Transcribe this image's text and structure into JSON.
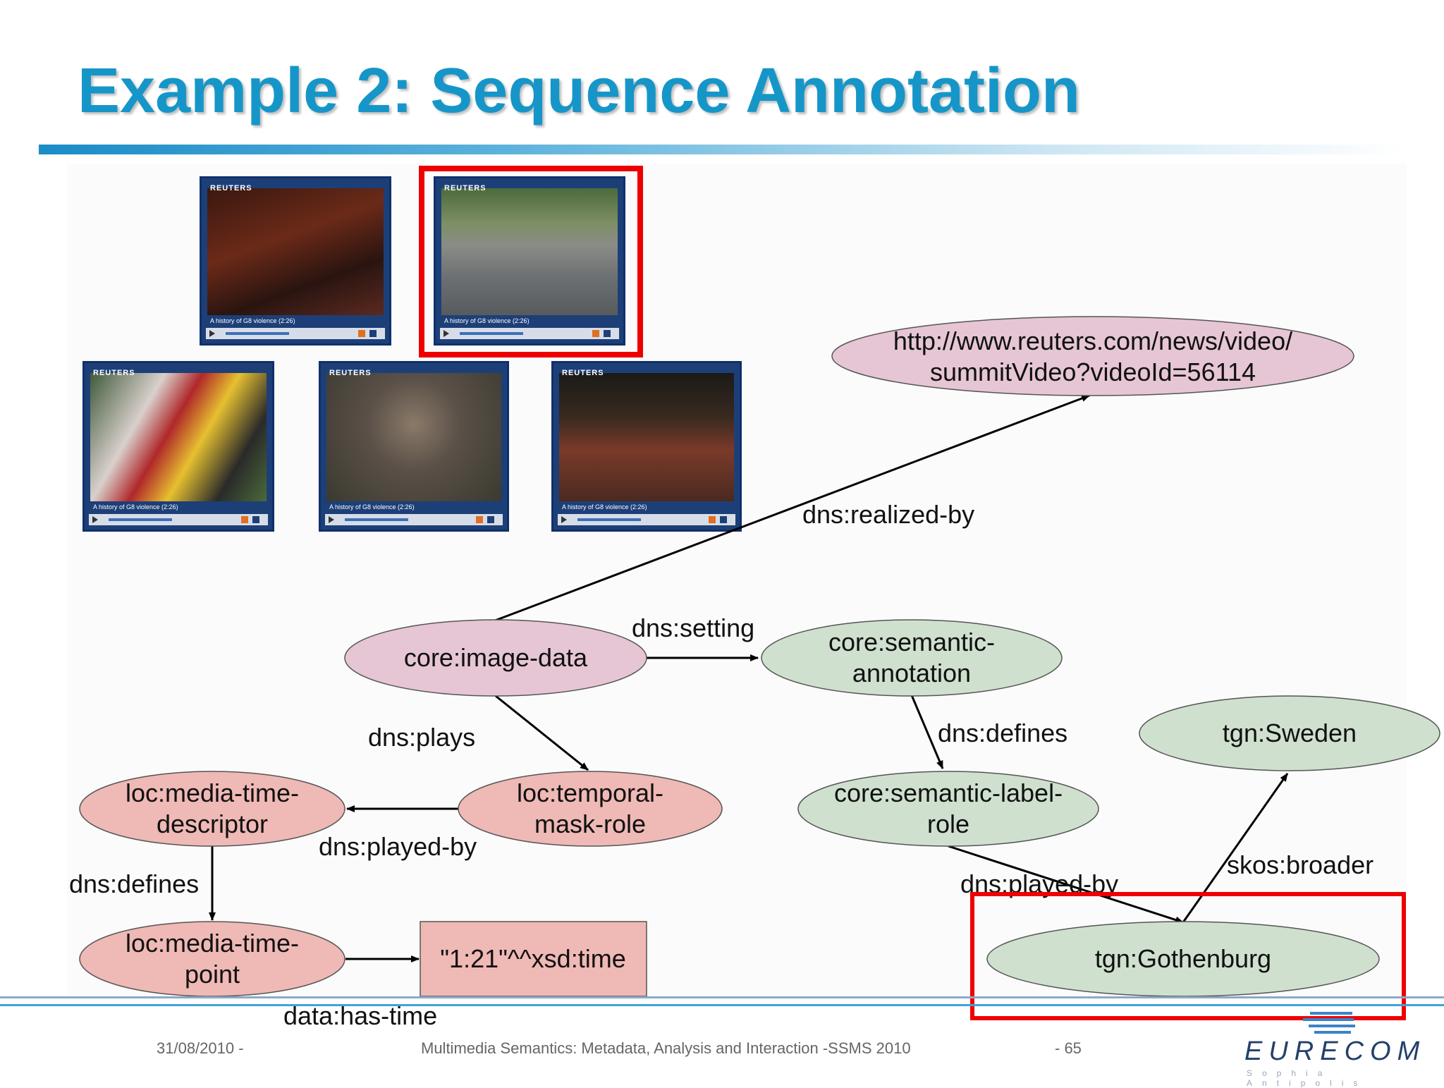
{
  "slide": {
    "title": "Example 2: Sequence Annotation",
    "accent_color": "#1696c8"
  },
  "video_thumbnails": [
    {
      "brand": "REUTERS",
      "caption": "A history of G8 violence (2:26)",
      "scene": "night-street-police",
      "selected": false
    },
    {
      "brand": "REUTERS",
      "caption": "A history of G8 violence (2:26)",
      "scene": "mounted-police-road",
      "selected": true
    },
    {
      "brand": "REUTERS",
      "caption": "A history of G8 violence (2:26)",
      "scene": "protest-banners",
      "selected": false
    },
    {
      "brand": "REUTERS",
      "caption": "A history of G8 violence (2:26)",
      "scene": "crowd",
      "selected": false
    },
    {
      "brand": "REUTERS",
      "caption": "A history of G8 violence (2:26)",
      "scene": "night-crowd",
      "selected": false
    }
  ],
  "graph": {
    "nodes": {
      "reuters_url": {
        "lines": [
          "http://www.reuters.com/news/video/",
          "summitVideo?videoId=56114"
        ],
        "color": "#e6c6d4"
      },
      "image_data": {
        "lines": [
          "core:image-data"
        ],
        "color": "#e6c6d4"
      },
      "semantic_annotation": {
        "lines": [
          "core:semantic-",
          "annotation"
        ],
        "color": "#cfe0cf"
      },
      "temporal_mask_role": {
        "lines": [
          "loc:temporal-",
          "mask-role"
        ],
        "color": "#efb9b5"
      },
      "media_time_descriptor": {
        "lines": [
          "loc:media-time-",
          "descriptor"
        ],
        "color": "#efb9b5"
      },
      "semantic_label_role": {
        "lines": [
          "core:semantic-label-",
          "role"
        ],
        "color": "#cfe0cf"
      },
      "sweden": {
        "lines": [
          "tgn:Sweden"
        ],
        "color": "#cfe0cf"
      },
      "media_time_point": {
        "lines": [
          "loc:media-time-",
          "point"
        ],
        "color": "#efb9b5"
      },
      "time_literal": {
        "lines": [
          "\"1:21\"^^xsd:time"
        ],
        "color": "#efb9b5"
      },
      "gothenburg": {
        "lines": [
          "tgn:Gothenburg"
        ],
        "color": "#cfe0cf"
      }
    },
    "edges": {
      "realized_by": "dns:realized-by",
      "setting": "dns:setting",
      "plays": "dns:plays",
      "defines_semantic": "dns:defines",
      "played_by_mask": "dns:played-by",
      "defines_time": "dns:defines",
      "played_by_label": "dns:played-by",
      "broader": "skos:broader",
      "has_time": "data:has-time"
    },
    "highlight_color": "#ee0000"
  },
  "footer": {
    "date": "31/08/2010 -",
    "course": "Multimedia Semantics: Metadata, Analysis and Interaction -SSMS 2010",
    "page": "- 65",
    "logo_text": "EURECOM",
    "logo_subtext": "Sophia Antipolis"
  }
}
